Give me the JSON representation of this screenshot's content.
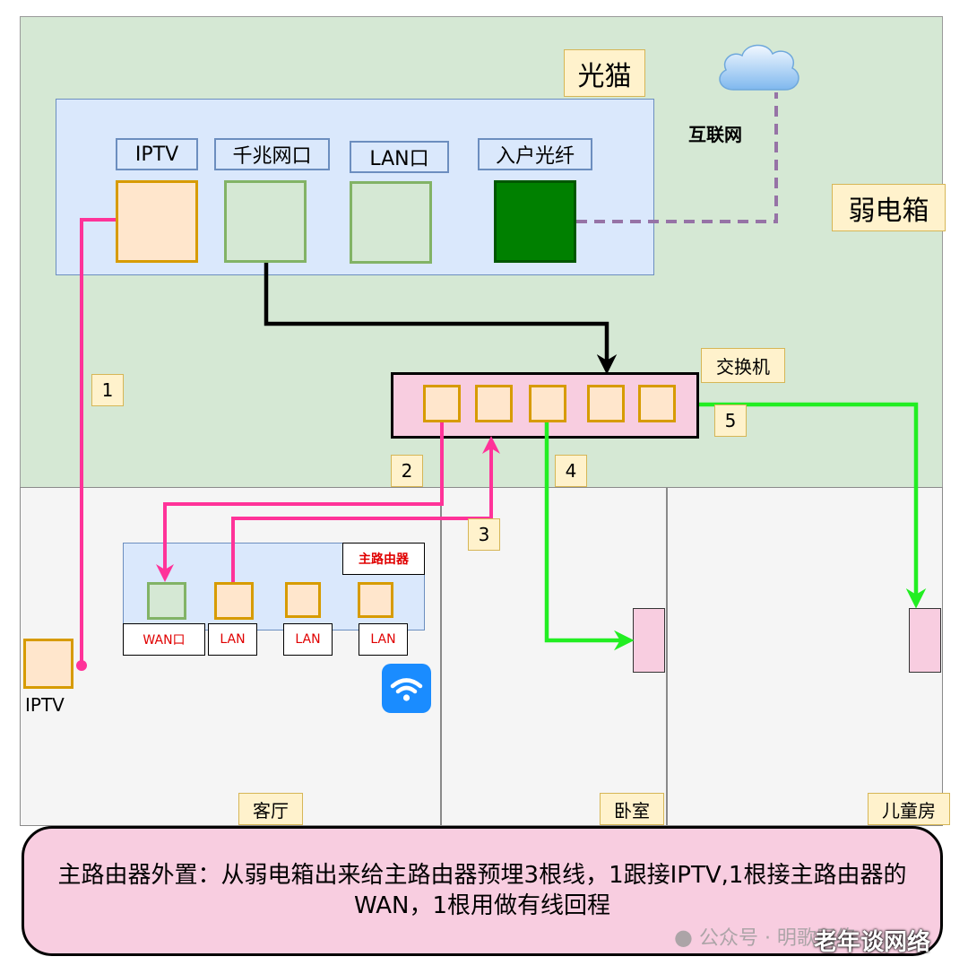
{
  "zones": {
    "weak_box_label": "弱电箱",
    "living_room_label": "客厅",
    "bedroom_label": "卧室",
    "kids_room_label": "儿童房"
  },
  "modem": {
    "title": "光猫",
    "ports": [
      "IPTV",
      "千兆网口",
      "LAN口",
      "入户光纤"
    ]
  },
  "internet": {
    "label": "互联网",
    "icon": "cloud-icon"
  },
  "switch": {
    "label": "交换机"
  },
  "router": {
    "title": "主路由器",
    "ports": [
      "WAN口",
      "LAN",
      "LAN",
      "LAN"
    ],
    "wifi_icon": "wifi-icon"
  },
  "iptv_box": {
    "label": "IPTV"
  },
  "cable_numbers": [
    "1",
    "2",
    "3",
    "4",
    "5"
  ],
  "note": {
    "text": "主路由器外置：从弱电箱出来给主路由器预埋3根线，1跟接IPTV,1根接主路由器的WAN，1根用做有线回程"
  },
  "watermark": {
    "text": "公众号 · 明歌网络",
    "overlay": "老年谈网络"
  },
  "colors": {
    "iptv_cable": "#ff3399",
    "uplink_cable": "#000000",
    "room_cable": "#22ee22",
    "internet_link": "#9673a6"
  }
}
